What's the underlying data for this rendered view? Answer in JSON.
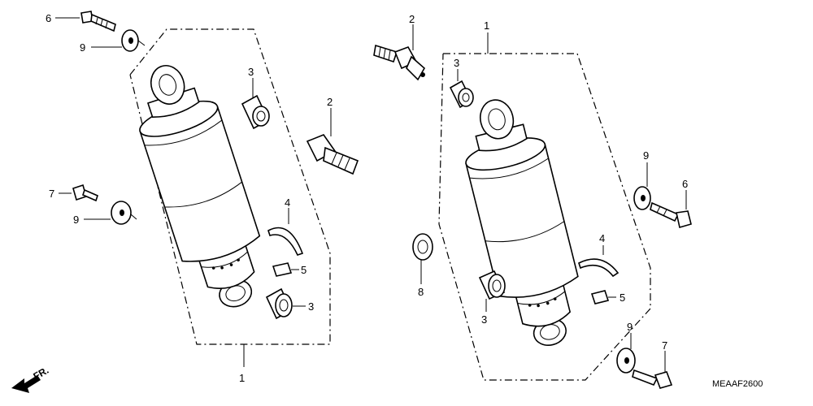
{
  "callouts": {
    "left": {
      "bolt_6": "6",
      "washer_9_top": "9",
      "shock_1": "1",
      "bushing_3_top": "3",
      "stud_2": "2",
      "bolt_7": "7",
      "washer_9_mid": "9",
      "ring_4": "4",
      "tag_5": "5",
      "bushing_3_bottom": "3"
    },
    "right": {
      "stud_2": "2",
      "shock_1": "1",
      "bushing_3_top": "3",
      "washer_9_mid": "9",
      "bolt_6": "6",
      "ring_4": "4",
      "washer_8": "8",
      "bushing_3_bottom": "3",
      "tag_5": "5",
      "washer_9_bottom": "9",
      "bolt_7": "7"
    }
  },
  "front_indicator": "FR.",
  "diagram_code": "MEAAF2600"
}
